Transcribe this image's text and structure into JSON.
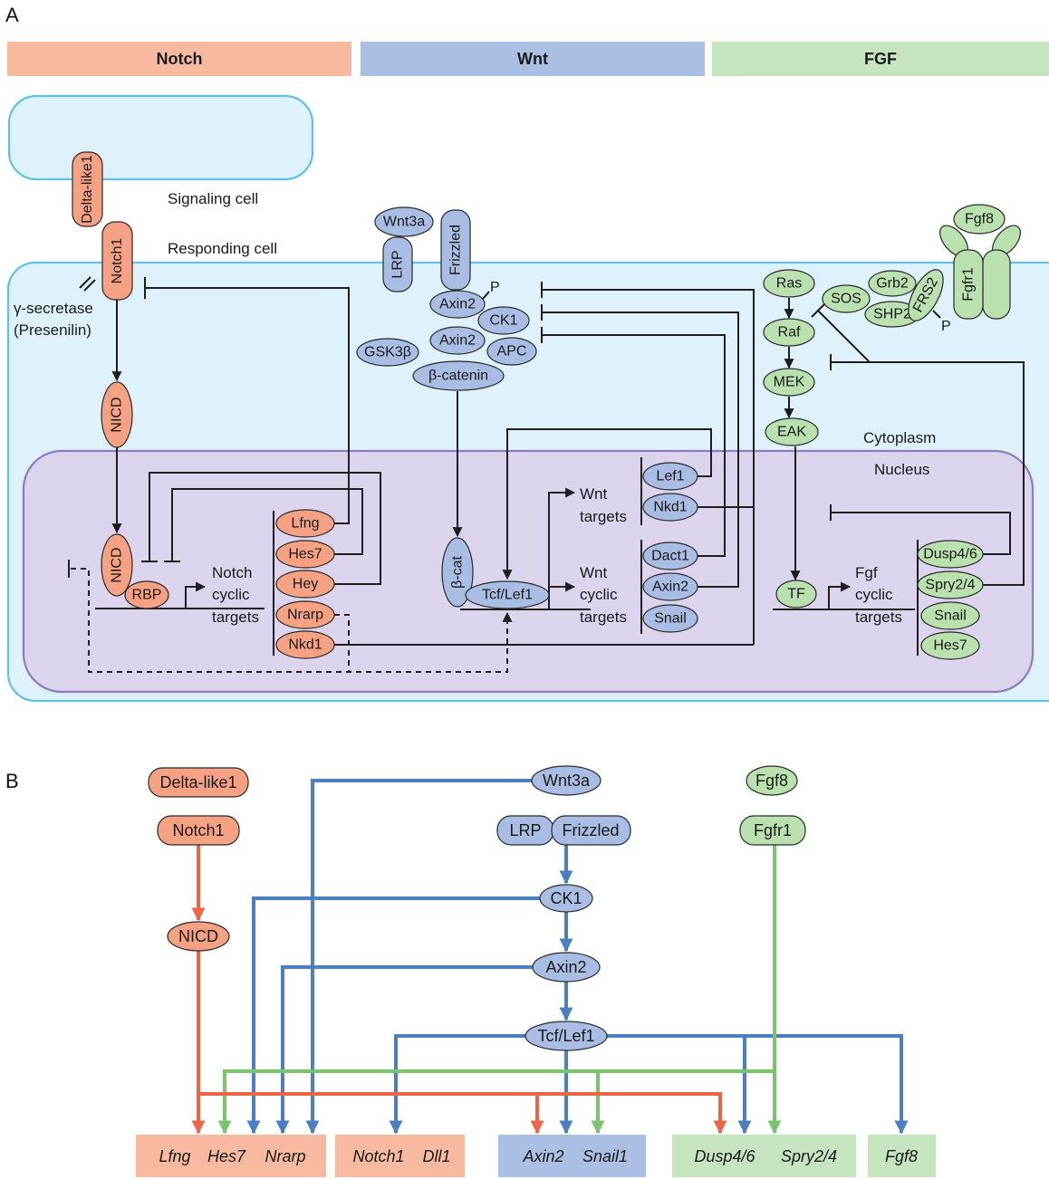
{
  "panel_a": {
    "label": "A",
    "headers": {
      "notch": "Notch",
      "wnt": "Wnt",
      "fgf": "FGF"
    },
    "cells": {
      "signaling": "Signaling cell",
      "responding": "Responding cell",
      "cytoplasm": "Cytoplasm",
      "nucleus": "Nucleus"
    },
    "notch": {
      "delta_like1": "Delta-like1",
      "notch1": "Notch1",
      "gamma_secretase": "γ-secretase",
      "presenilin": "(Presenilin)",
      "nicd": "NICD",
      "nicd_nuclear": "NICD",
      "rbp": "RBP",
      "target_label": [
        "Notch",
        "cyclic",
        "targets"
      ],
      "targets": [
        "Lfng",
        "Hes7",
        "Hey",
        "Nrarp",
        "Nkd1"
      ]
    },
    "wnt": {
      "wnt3a": "Wnt3a",
      "lrp": "LRP",
      "frizzled": "Frizzled",
      "axin2_complex": "Axin2",
      "phospho": "P",
      "ck1": "CK1",
      "axin2": "Axin2",
      "apc": "APC",
      "gsk3b": "GSK3β",
      "beta_catenin": "β-catenin",
      "beta_cat": "β-cat",
      "tcf_lef1": "Tcf/Lef1",
      "targets_label": [
        "Wnt",
        "targets"
      ],
      "cyclic_label": [
        "Wnt",
        "cyclic",
        "targets"
      ],
      "targets": [
        "Lef1",
        "Nkd1"
      ],
      "cyclic_targets": [
        "Dact1",
        "Axin2",
        "Snail"
      ]
    },
    "fgf": {
      "fgf8": "Fgf8",
      "fgfr1": "Fgfr1",
      "frs2": "FRS2",
      "grb2": "Grb2",
      "sos": "SOS",
      "shp2": "SHP2",
      "phospho": "P",
      "ras": "Ras",
      "raf": "Raf",
      "mek": "MEK",
      "eak": "EAK",
      "tf": "TF",
      "target_label": [
        "Fgf",
        "cyclic",
        "targets"
      ],
      "targets": [
        "Dusp4/6",
        "Spry2/4",
        "Snail",
        "Hes7"
      ]
    }
  },
  "panel_b": {
    "label": "B",
    "nodes": {
      "delta_like1": "Delta-like1",
      "notch1": "Notch1",
      "nicd": "NICD",
      "wnt3a": "Wnt3a",
      "lrp": "LRP",
      "frizzled": "Frizzled",
      "ck1": "CK1",
      "axin2": "Axin2",
      "tcf_lef1": "Tcf/Lef1",
      "fgf8": "Fgf8",
      "fgfr1": "Fgfr1"
    },
    "target_groups": [
      {
        "pathway": "notch",
        "genes": [
          "Lfng",
          "Hes7",
          "Nrarp"
        ]
      },
      {
        "pathway": "notch",
        "genes": [
          "Notch1",
          "Dll1"
        ]
      },
      {
        "pathway": "wnt",
        "genes": [
          "Axin2",
          "Snail1"
        ]
      },
      {
        "pathway": "fgf",
        "genes": [
          "Dusp4/6",
          "Spry2/4"
        ]
      },
      {
        "pathway": "fgf",
        "genes": [
          "Fgf8"
        ]
      }
    ]
  },
  "colors": {
    "notch_band": "#f8b9a1",
    "wnt_band": "#aabfe3",
    "fgf_band": "#c5e4bf",
    "notch_node": "#f4a283",
    "wnt_node": "#a9bde4",
    "fgf_node": "#b9e0ae",
    "cell_fill": "#dff2fb",
    "cell_border": "#5ec2ea",
    "nucleus_fill": "#dcd4ec",
    "nucleus_border": "#8f7cc0",
    "notch_arrow": "#ee6447",
    "wnt_arrow": "#4b7fc2",
    "fgf_arrow": "#7ac46d"
  }
}
